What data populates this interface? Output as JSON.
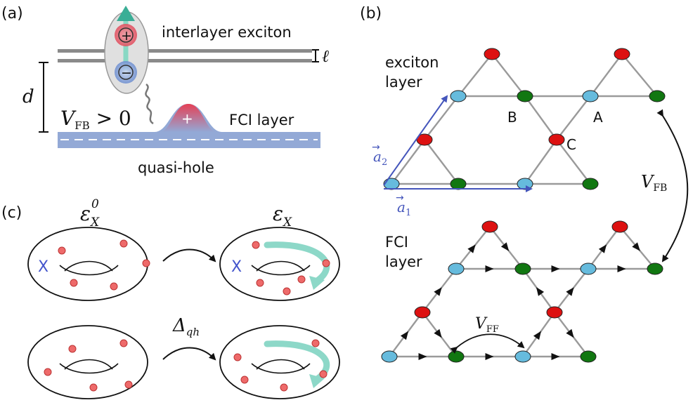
{
  "panels": {
    "a": "(a)",
    "b": "(b)",
    "c": "(c)"
  },
  "panel_a": {
    "exciton_label": "interlayer exciton",
    "ell": "ℓ",
    "d": "d",
    "vfb_main": "V",
    "vfb_sub": "FB",
    "vfb_rest": " > 0",
    "fci_layer": "FCI layer",
    "quasi_hole": "quasi-hole",
    "plus": "+",
    "minus": "−"
  },
  "panel_b": {
    "exciton_layer_line1": "exciton",
    "exciton_layer_line2": "layer",
    "fci_layer_line1": "FCI",
    "fci_layer_line2": "layer",
    "site_a": "A",
    "site_b": "B",
    "site_c": "C",
    "a1_main": "a",
    "a1_sub": "1",
    "a2_main": "a",
    "a2_sub": "2",
    "vfb_main": "V",
    "vfb_sub": "FB",
    "vff_main": "V",
    "vff_sub": "FF",
    "colors": {
      "red": "#dd1111",
      "blue": "#66bbdd",
      "green": "#117711"
    }
  },
  "panel_c": {
    "eps0_main": "ε",
    "eps0_sub": "X",
    "eps0_sup": "0",
    "eps_main": "ε",
    "eps_sub": "X",
    "delta_main": "Δ",
    "delta_sub": "qh",
    "cross": "X"
  }
}
